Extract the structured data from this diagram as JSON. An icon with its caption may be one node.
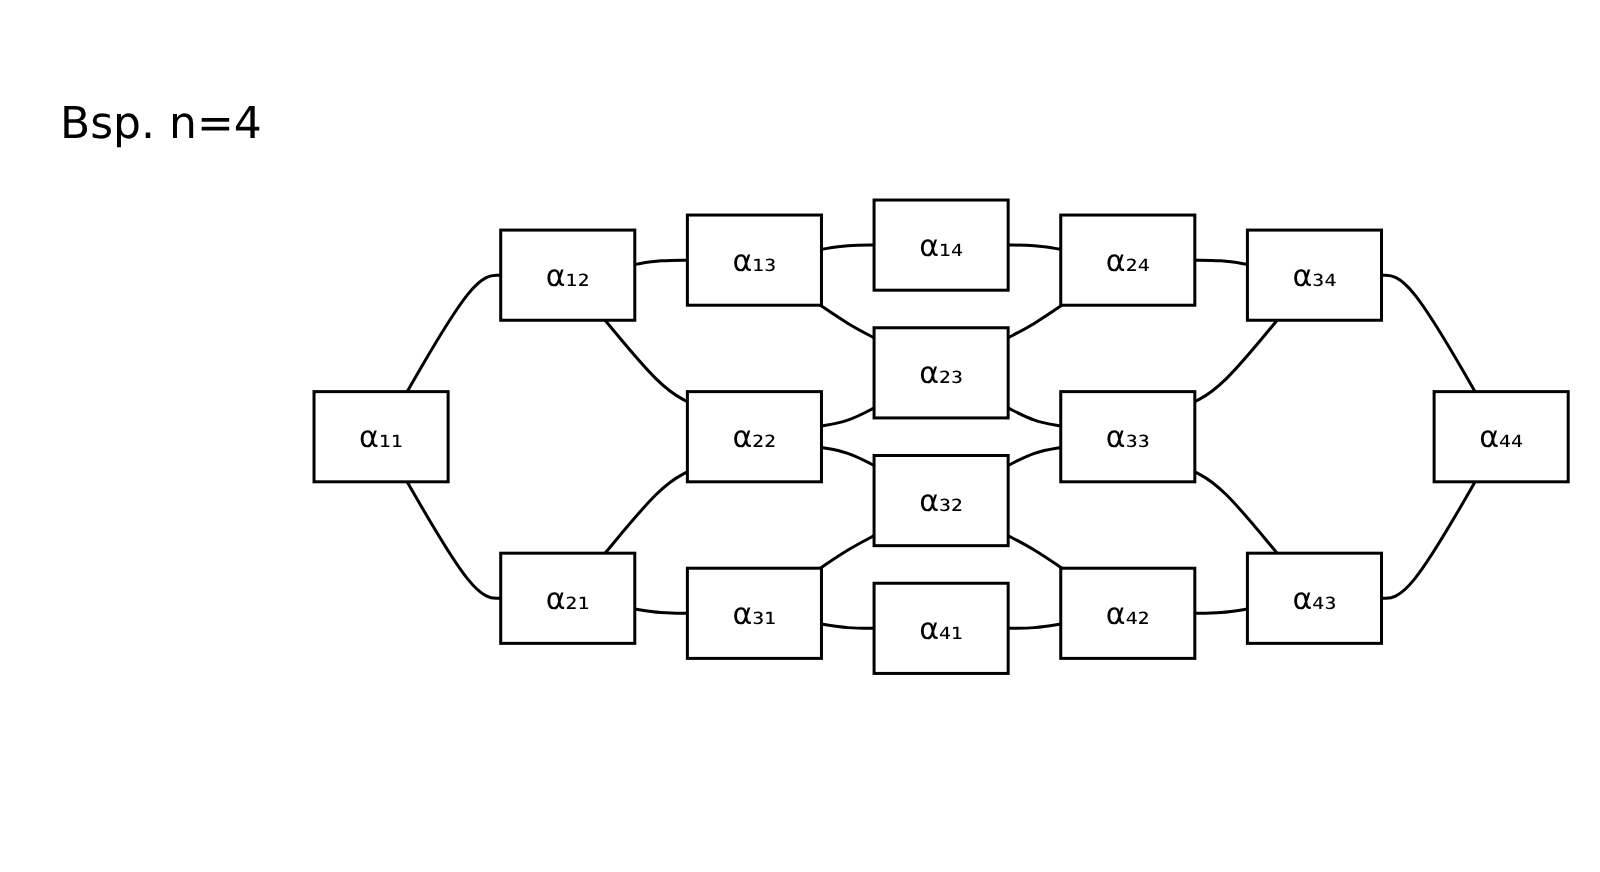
{
  "diagram": {
    "title": "Bsp. n=4",
    "nodes": [
      {
        "text": [
          "α₁₁"
        ]
      },
      {
        "text": [
          "α₁₂"
        ]
      },
      {
        "text": [
          "α₁₃"
        ]
      },
      {
        "text": [
          "α₁₄"
        ]
      },
      {
        "text": [
          "α₂₁"
        ]
      },
      {
        "text": [
          "α₂₂"
        ]
      },
      {
        "text": [
          "α₂₃"
        ]
      },
      {
        "text": [
          "α₂₄"
        ]
      },
      {
        "text": [
          "α₃₁"
        ]
      },
      {
        "text": [
          "α₃₂"
        ]
      },
      {
        "text": [
          "α₃₃"
        ]
      },
      {
        "text": [
          "α₃₄"
        ]
      },
      {
        "text": [
          "α₄₁"
        ]
      },
      {
        "text": [
          "α₄₂"
        ]
      },
      {
        "text": [
          "α₄₃"
        ]
      },
      {
        "text": [
          "α₄₄"
        ]
      }
    ],
    "edges": [
      {
        "from": 0,
        "to": 1,
        "arrow": "none"
      },
      {
        "from": 1,
        "to": 2,
        "arrow": "none"
      },
      {
        "from": 2,
        "to": 3,
        "arrow": "none"
      },
      {
        "from": 0,
        "to": 4,
        "arrow": "none"
      },
      {
        "from": 1,
        "to": 5,
        "arrow": "none"
      },
      {
        "from": 2,
        "to": 6,
        "arrow": "none"
      },
      {
        "from": 3,
        "to": 7,
        "arrow": "none"
      },
      {
        "from": 4,
        "to": 5,
        "arrow": "none"
      },
      {
        "from": 5,
        "to": 6,
        "arrow": "none"
      },
      {
        "from": 6,
        "to": 7,
        "arrow": "none"
      },
      {
        "from": 4,
        "to": 8,
        "arrow": "none"
      },
      {
        "from": 5,
        "to": 9,
        "arrow": "none"
      },
      {
        "from": 6,
        "to": 10,
        "arrow": "none"
      },
      {
        "from": 7,
        "to": 11,
        "arrow": "none"
      },
      {
        "from": 8,
        "to": 9,
        "arrow": "none"
      },
      {
        "from": 9,
        "to": 10,
        "arrow": "none"
      },
      {
        "from": 10,
        "to": 11,
        "arrow": "none"
      },
      {
        "from": 8,
        "to": 12,
        "arrow": "none"
      },
      {
        "from": 9,
        "to": 13,
        "arrow": "none"
      },
      {
        "from": 10,
        "to": 14,
        "arrow": "none"
      },
      {
        "from": 11,
        "to": 15,
        "arrow": "none"
      },
      {
        "from": 12,
        "to": 13,
        "arrow": "none"
      },
      {
        "from": 13,
        "to": 14,
        "arrow": "none"
      },
      {
        "from": 14,
        "to": 15,
        "arrow": "none"
      }
    ]
  }
}
